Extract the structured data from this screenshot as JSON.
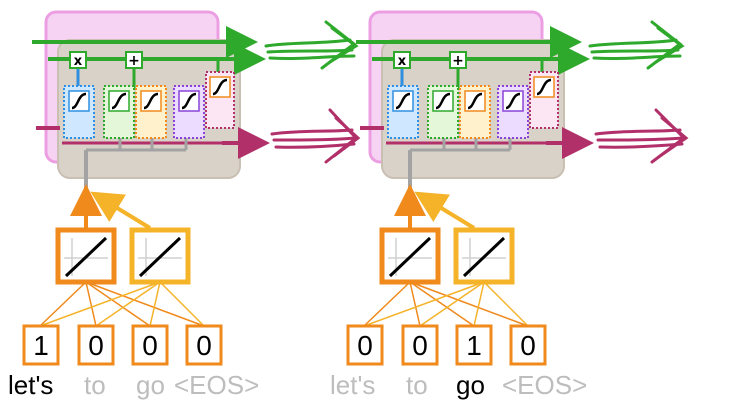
{
  "colors": {
    "green": "#2ea92c",
    "magenta": "#b2306a",
    "orange": "#f08a1c",
    "orange_light": "#f5b32a",
    "gray": "#a3a3a3",
    "box_fill": "#d9d2c8",
    "pink_glow": "#f3b4ec",
    "word_active": "#000000",
    "word_inactive": "#bdbdbd"
  },
  "icons": {
    "multiply": "multiply-icon",
    "add": "plus-icon",
    "sigmoid": "sigmoid-icon",
    "linear": "linear-activation-icon"
  },
  "operations": {
    "multiply": "x",
    "add": "+"
  },
  "units": [
    {
      "inputs": [
        {
          "bit": "1",
          "word": "let's",
          "active": true
        },
        {
          "bit": "0",
          "word": "to",
          "active": false
        },
        {
          "bit": "0",
          "word": "go",
          "active": false
        },
        {
          "bit": "0",
          "word": "<EOS>",
          "active": false
        }
      ]
    },
    {
      "inputs": [
        {
          "bit": "0",
          "word": "let's",
          "active": false
        },
        {
          "bit": "0",
          "word": "to",
          "active": false
        },
        {
          "bit": "1",
          "word": "go",
          "active": true
        },
        {
          "bit": "0",
          "word": "<EOS>",
          "active": false
        }
      ]
    }
  ]
}
